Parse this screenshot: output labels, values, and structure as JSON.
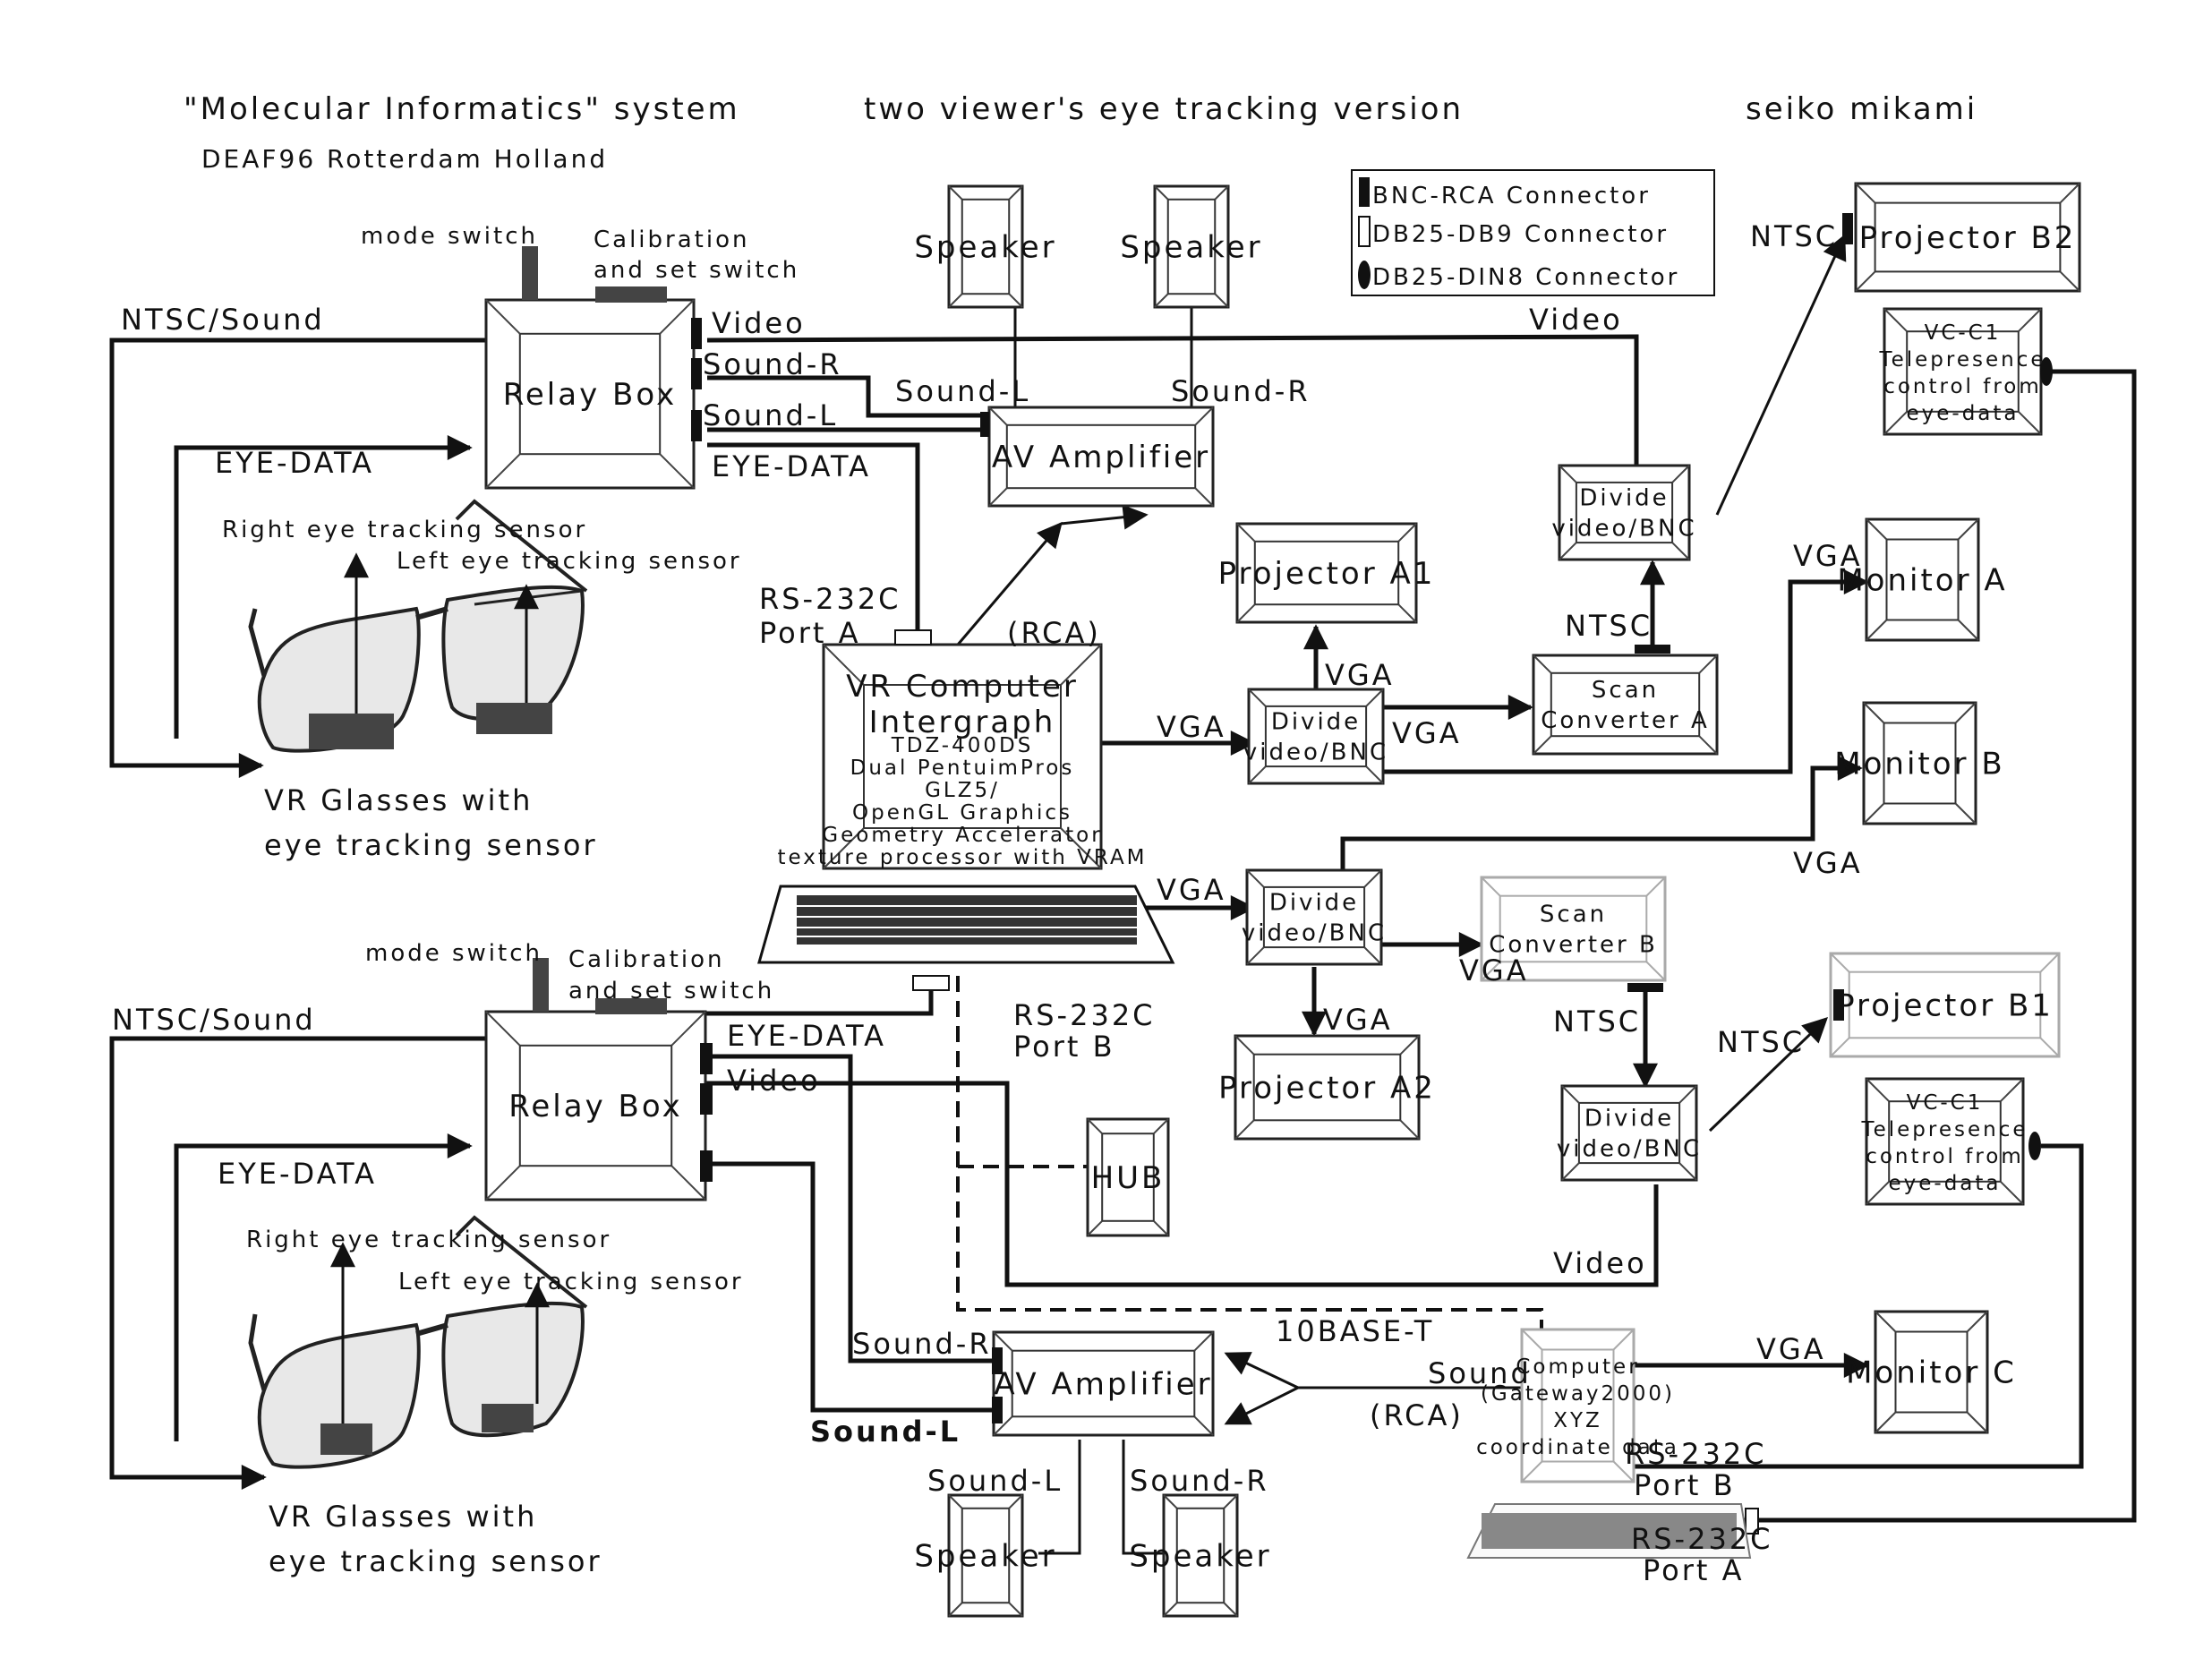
{
  "header": {
    "title": "\"Molecular Informatics\" system",
    "subtitle": "DEAF96  Rotterdam Holland",
    "version": "two viewer's eye tracking version",
    "author": "seiko mikami"
  },
  "legend": {
    "items": [
      {
        "symbol": "filled-rect",
        "label": "BNC-RCA Connector"
      },
      {
        "symbol": "open-rect",
        "label": "DB25-DB9 Connector"
      },
      {
        "symbol": "filled-ellipse",
        "label": "DB25-DIN8 Connector"
      }
    ]
  },
  "devices": {
    "relay_box_top": "Relay Box",
    "relay_box_bottom": "Relay Box",
    "speaker_tl": "Speaker",
    "speaker_tr": "Speaker",
    "speaker_bl": "Speaker",
    "speaker_br": "Speaker",
    "av_amp_top": "AV Amplifier",
    "av_amp_bottom": "AV Amplifier",
    "vr_computer": [
      "VR Computer",
      "Intergraph",
      "TDZ-400DS",
      "Dual PentuimPros",
      "GLZ5/",
      "OpenGL Graphics",
      "Geometry Accelerator",
      "texture processor with VRAM"
    ],
    "projector_a1": "Projector A1",
    "projector_a2": "Projector A2",
    "projector_b1": "Projector B1",
    "projector_b2": "Projector B2",
    "divide_1": [
      "Divide",
      "video/BNC"
    ],
    "divide_2": [
      "Divide",
      "video/BNC"
    ],
    "divide_3": [
      "Divide",
      "video/BNC"
    ],
    "divide_4": [
      "Divide",
      "video/BNC"
    ],
    "scan_a": [
      "Scan",
      "Converter A"
    ],
    "scan_b": [
      "Scan",
      "Converter B"
    ],
    "monitor_a": "Monitor A",
    "monitor_b": "Monitor B",
    "monitor_c": "Monitor C",
    "vcc1_top": [
      "VC-C1",
      "Telepresence",
      "control from",
      "eye-data"
    ],
    "vcc1_bottom": [
      "VC-C1",
      "Telepresence",
      "control from",
      "eye-data"
    ],
    "hub": "HUB",
    "gateway": [
      "Computer",
      "(Gateway2000)",
      "XYZ",
      "coordinate data"
    ],
    "glasses_top": [
      "VR Glasses with",
      "eye tracking sensor"
    ],
    "glasses_bottom": [
      "VR Glasses with",
      "eye tracking sensor"
    ]
  },
  "labels": {
    "mode_switch": "mode switch",
    "calibration_1": "Calibration",
    "calibration_2": "and set switch",
    "ntsc_sound": "NTSC/Sound",
    "eye_data": "EYE-DATA",
    "video": "Video",
    "sound_r": "Sound-R",
    "sound_l": "Sound-L",
    "sound": "Sound",
    "right_sensor": "Right eye tracking sensor",
    "left_sensor": "Left eye tracking sensor",
    "rs232c": "RS-232C",
    "port_a": "Port A",
    "port_b": "Port B",
    "rca": "(RCA)",
    "vga": "VGA",
    "ntsc": "NTSC",
    "tenbase": "10BASE-T"
  }
}
